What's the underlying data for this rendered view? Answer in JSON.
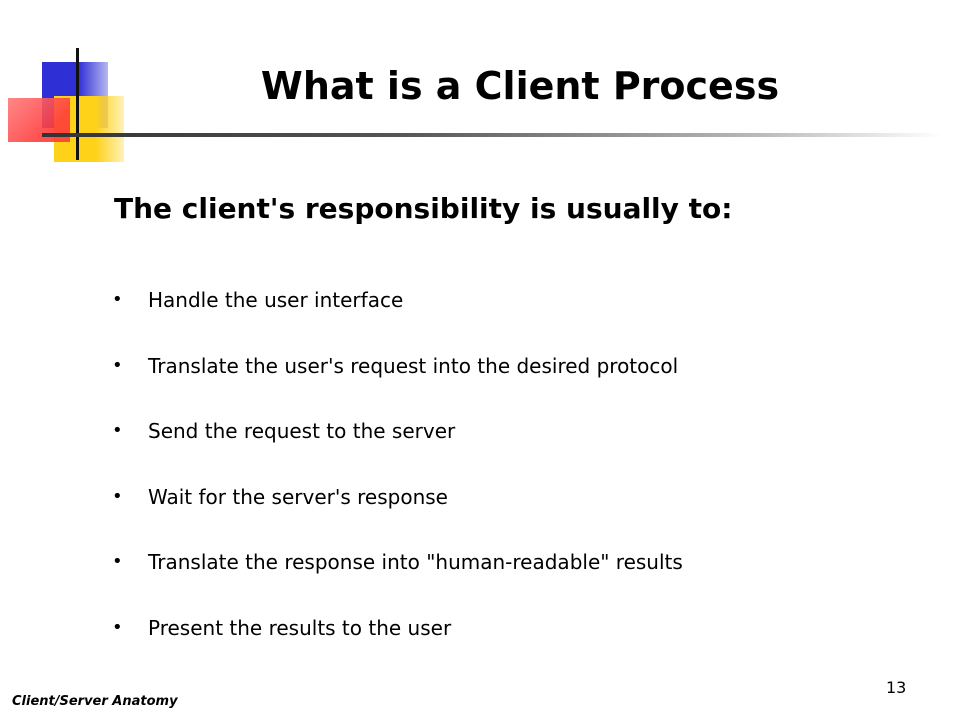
{
  "slide": {
    "title": "What is a Client Process",
    "subtitle": "The client's responsibility is usually to:",
    "bullet_glyph": "•",
    "bullets": [
      "Handle the user interface",
      "Translate the user's request into the desired protocol",
      "Send the request to the server",
      "Wait for the server's response",
      "Translate the response into \"human-readable\" results",
      "Present the results to the user"
    ],
    "footer": "Client/Server Anatomy",
    "page_number": "13"
  },
  "colors": {
    "logo_blue": "#2f2fd6",
    "logo_yellow": "#ffd21a",
    "logo_red": "#ff3b3b"
  }
}
